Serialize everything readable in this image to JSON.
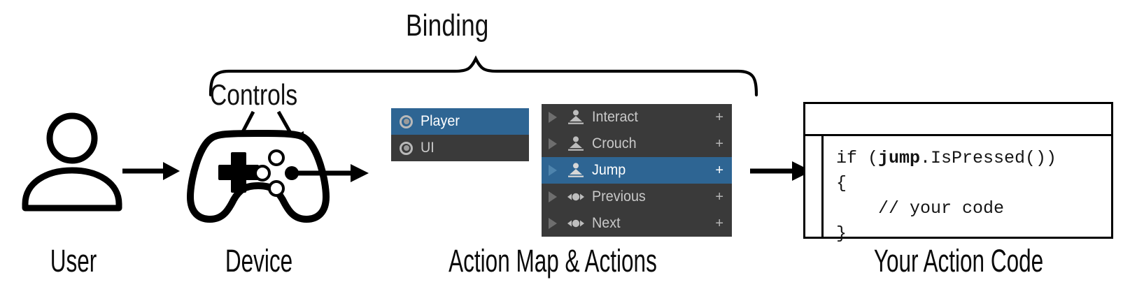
{
  "diagram": {
    "title_labels": {
      "binding": "Binding",
      "controls": "Controls"
    },
    "captions": [
      {
        "id": "user",
        "text": "User"
      },
      {
        "id": "device",
        "text": "Device"
      },
      {
        "id": "actionmap",
        "text": "Action Map & Actions"
      },
      {
        "id": "code",
        "text": "Your Action Code"
      }
    ],
    "icons": {
      "user": "user-avatar-icon",
      "device": "gamepad-icon",
      "dpad": "dpad-icon",
      "face_buttons": "gamepad-face-buttons-icon"
    },
    "arrows": {
      "user_to_device": "arrow-right",
      "device_to_actions": "arrow-right",
      "actions_to_code": "arrow-right",
      "controls_pointers": [
        "arrow-down-left",
        "arrow-down-right"
      ]
    }
  },
  "action_maps_panel": {
    "name": "action-maps-list",
    "rows": [
      {
        "label": "Player",
        "selected": true,
        "icon": "action-map-radio-icon"
      },
      {
        "label": "UI",
        "selected": false,
        "icon": "action-map-radio-icon"
      }
    ]
  },
  "actions_panel": {
    "name": "actions-list",
    "add_label": "+",
    "rows": [
      {
        "label": "Interact",
        "selected": false,
        "icon": "button-action-icon",
        "expander": "chevron-right-icon",
        "add": "+"
      },
      {
        "label": "Crouch",
        "selected": false,
        "icon": "button-action-icon",
        "expander": "chevron-right-icon",
        "add": "+"
      },
      {
        "label": "Jump",
        "selected": true,
        "icon": "button-action-icon",
        "expander": "chevron-right-icon",
        "add": "+"
      },
      {
        "label": "Previous",
        "selected": false,
        "icon": "axis-action-icon",
        "expander": "chevron-right-icon",
        "add": "+"
      },
      {
        "label": "Next",
        "selected": false,
        "icon": "axis-action-icon",
        "expander": "chevron-right-icon",
        "add": "+"
      }
    ]
  },
  "code_window": {
    "name": "code-editor-window",
    "title": "",
    "lines": [
      {
        "pre": "if (",
        "bold": "jump",
        "post": ".IsPressed())"
      },
      {
        "pre": "{",
        "bold": "",
        "post": ""
      },
      {
        "pre": "    // your code",
        "bold": "",
        "post": ""
      },
      {
        "pre": "}",
        "bold": "",
        "post": ""
      }
    ]
  },
  "colors": {
    "selection_blue": "#2e6593",
    "panel_dark": "#3a3a3a",
    "text_gray": "#c8c8c8",
    "ink": "#000000",
    "background": "#ffffff"
  }
}
